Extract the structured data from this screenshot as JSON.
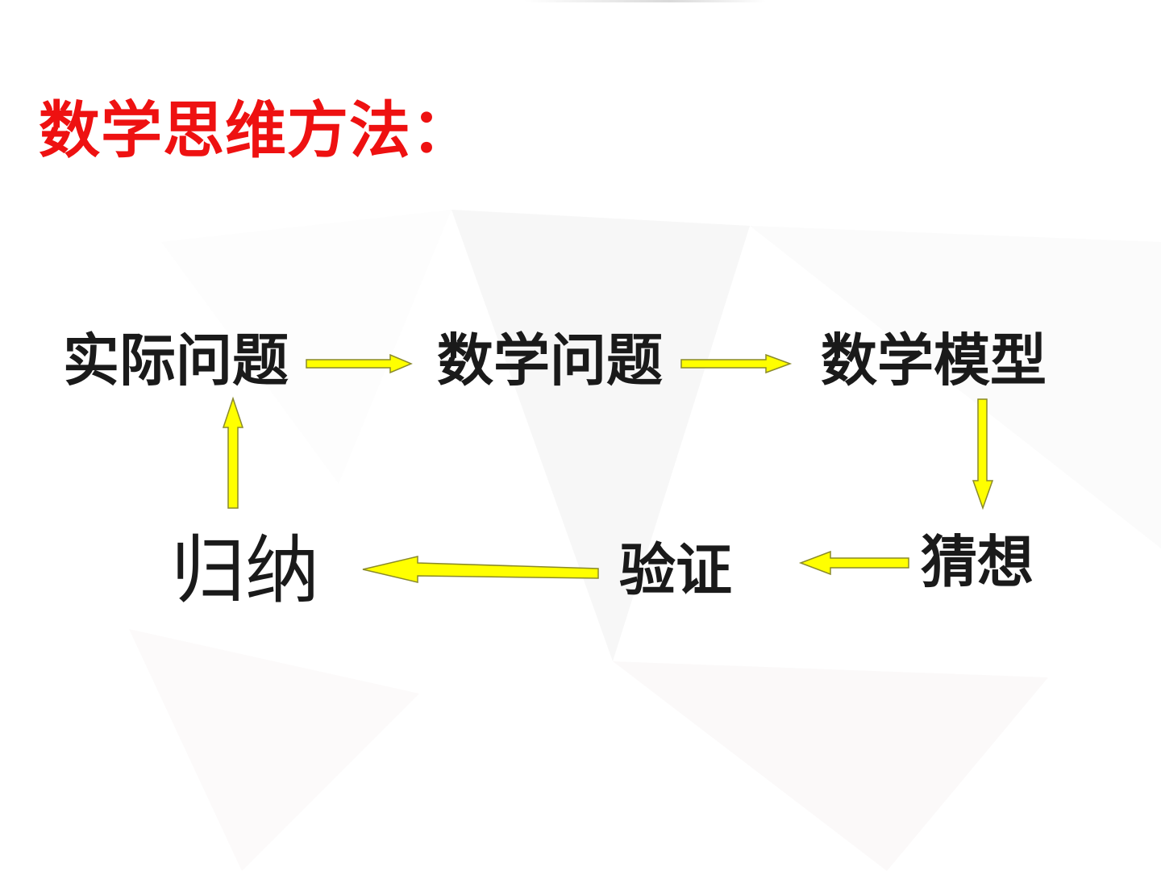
{
  "title": "数学思维方法：",
  "colors": {
    "title": "#ee1111",
    "arrow_fill": "#ffff00",
    "arrow_stroke": "#8a8a2a",
    "node_text": "#1a1a1a"
  },
  "nodes": {
    "actual_problem": "实际问题",
    "math_problem": "数学问题",
    "math_model": "数学模型",
    "conjecture": "猜想",
    "verification": "验证",
    "induction": "归纳"
  },
  "flow": [
    {
      "from": "actual_problem",
      "to": "math_problem"
    },
    {
      "from": "math_problem",
      "to": "math_model"
    },
    {
      "from": "math_model",
      "to": "conjecture"
    },
    {
      "from": "conjecture",
      "to": "verification"
    },
    {
      "from": "verification",
      "to": "induction"
    },
    {
      "from": "induction",
      "to": "actual_problem"
    }
  ]
}
